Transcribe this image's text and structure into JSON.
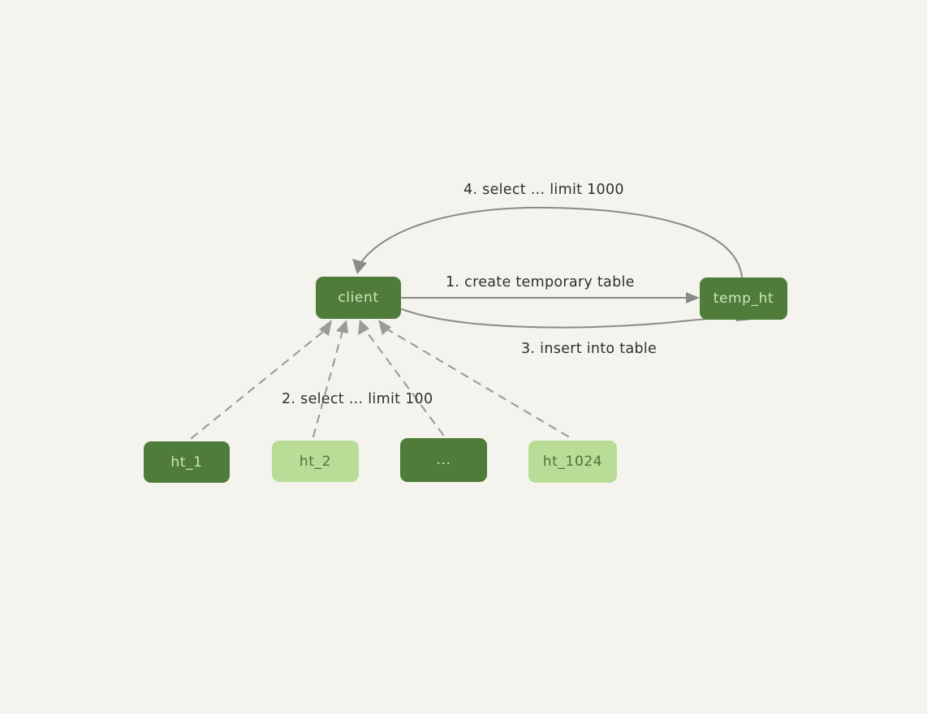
{
  "diagram": {
    "title": "client temp table query flow",
    "background_color": "#f4f3ee",
    "nodes": {
      "client": {
        "label": "client",
        "style": "dark"
      },
      "temp_ht": {
        "label": "temp_ht",
        "style": "dark"
      },
      "ht_1": {
        "label": "ht_1",
        "style": "dark"
      },
      "ht_2": {
        "label": "ht_2",
        "style": "light"
      },
      "ht_ellipsis": {
        "label": "...",
        "style": "dark"
      },
      "ht_1024": {
        "label": "ht_1024",
        "style": "light"
      }
    },
    "edges": {
      "step1": {
        "label": "1. create temporary table",
        "from": "client",
        "to": "temp_ht",
        "style": "solid"
      },
      "step2": {
        "label": "2. select ... limit 100",
        "from": "hypertables",
        "to": "client",
        "style": "dashed"
      },
      "step3": {
        "label": "3. insert into table",
        "from": "client",
        "to": "temp_ht",
        "style": "solid"
      },
      "step4": {
        "label": "4. select ... limit 1000",
        "from": "temp_ht",
        "to": "client",
        "style": "solid"
      }
    },
    "colors": {
      "node_dark_fill": "#4f7c3a",
      "node_dark_text": "#cfe5b8",
      "node_light_fill": "#b9dd96",
      "node_light_text": "#4c7238",
      "edge_solid": "#8a8a86",
      "edge_dashed": "#9a9a96",
      "label_text": "#2f2f2f"
    }
  }
}
